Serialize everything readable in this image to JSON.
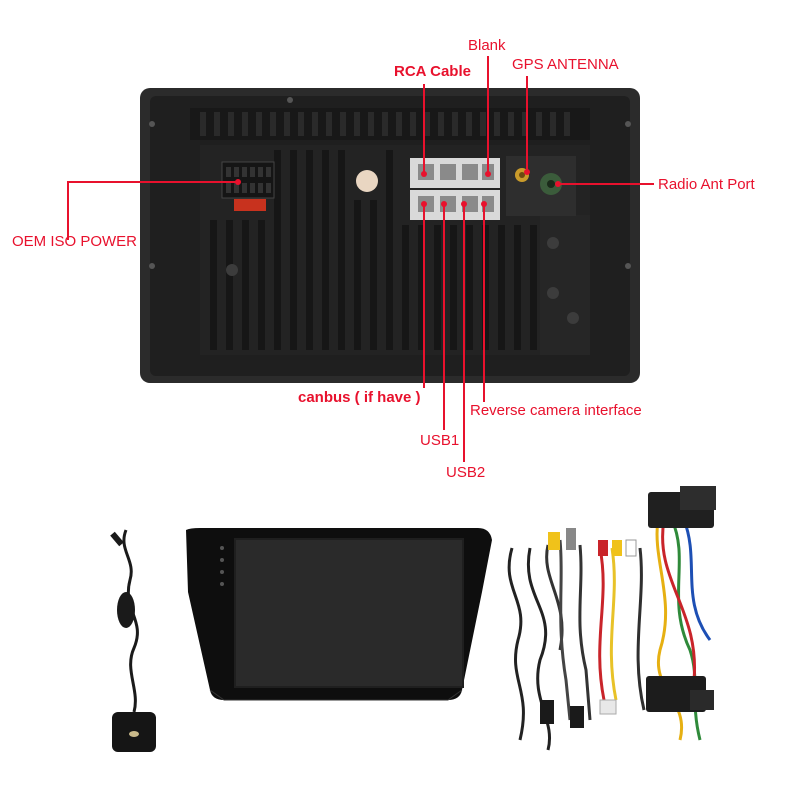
{
  "labels": {
    "blank": "Blank",
    "rca_cable": "RCA Cable",
    "gps_antenna": "GPS ANTENNA",
    "radio_ant_port": "Radio Ant Port",
    "oem_iso_power": "OEM ISO POWER",
    "canbus": "canbus ( if have )",
    "reverse_camera": "Reverse camera interface",
    "usb1": "USB1",
    "usb2": "USB2"
  },
  "colors": {
    "callout": "#e8112d",
    "unit_body": "#2b2b2b",
    "screen_bezel": "#111111"
  },
  "icons": {
    "gps": "gps-antenna-puck-icon",
    "screen": "head-unit-screen-icon",
    "harness": "wiring-harness-icon"
  }
}
